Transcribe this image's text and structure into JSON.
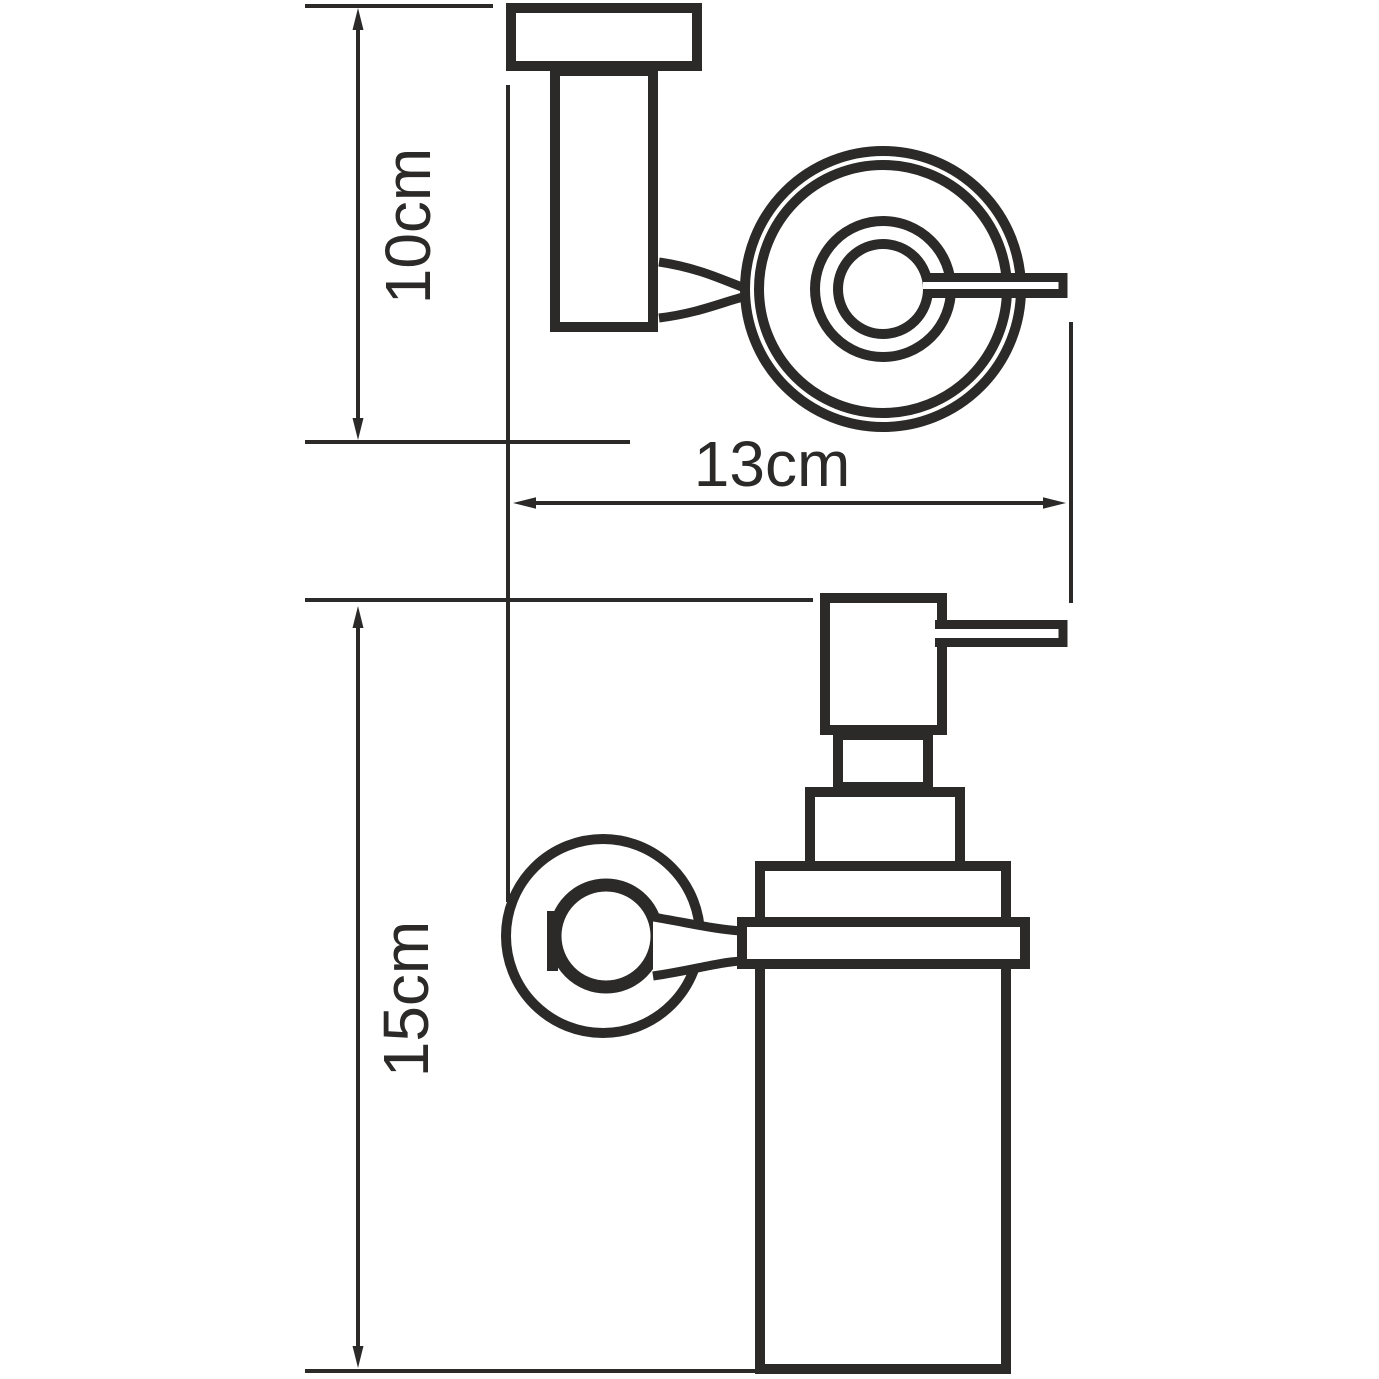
{
  "diagram": {
    "kind": "technical-dimension-drawing",
    "dimensions": {
      "top_height": {
        "label": "10cm",
        "value": 10,
        "unit": "cm",
        "orientation": "vertical"
      },
      "width": {
        "label": "13cm",
        "value": 13,
        "unit": "cm",
        "orientation": "horizontal"
      },
      "bottom_height": {
        "label": "15cm",
        "value": 15,
        "unit": "cm",
        "orientation": "vertical"
      }
    }
  },
  "colors": {
    "ink": "#2b2a29",
    "background": "#ffffff"
  }
}
